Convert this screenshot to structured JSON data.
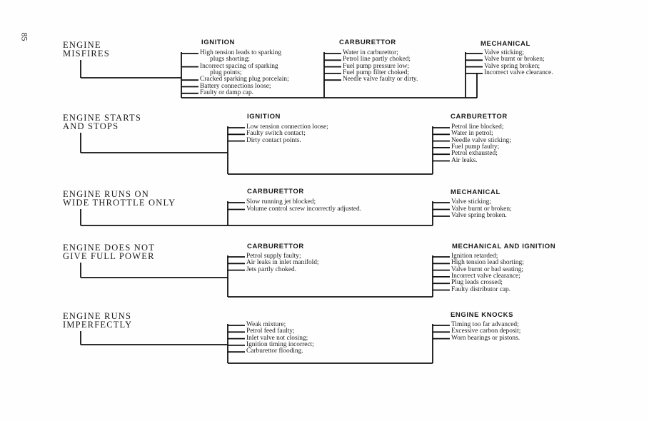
{
  "page_number": "85",
  "sections": [
    {
      "heading": [
        "ENGINE",
        "MISFIRES"
      ],
      "groups": [
        {
          "title": "IGNITION",
          "items": [
            {
              "t": "High tension leads to sparking",
              "c": "plugs shorting;"
            },
            {
              "t": "Incorrect spacing of sparking",
              "c": "plug points;"
            },
            {
              "t": "Cracked sparking plug porcelain;"
            },
            {
              "t": "Battery connections loose;"
            },
            {
              "t": "Faulty or damp cap."
            }
          ]
        },
        {
          "title": "CARBURETTOR",
          "items": [
            {
              "t": "Water in carburettor;"
            },
            {
              "t": "Petrol line partly choked;"
            },
            {
              "t": "Fuel pump pressure low;"
            },
            {
              "t": "Fuel pump filter choked;"
            },
            {
              "t": "Needle valve faulty or dirty."
            }
          ]
        },
        {
          "title": "MECHANICAL",
          "items": [
            {
              "t": "Valve sticking;"
            },
            {
              "t": "Valve burnt or broken;"
            },
            {
              "t": "Valve spring broken;"
            },
            {
              "t": "Incorrect valve clearance."
            }
          ]
        }
      ]
    },
    {
      "heading": [
        "ENGINE STARTS",
        "AND STOPS"
      ],
      "groups": [
        {
          "title": "IGNITION",
          "items": [
            {
              "t": "Low tension connection loose;"
            },
            {
              "t": "Faulty switch contact;"
            },
            {
              "t": "Dirty contact points."
            }
          ]
        },
        {
          "title": "CARBURETTOR",
          "items": [
            {
              "t": "Petrol line blocked;"
            },
            {
              "t": "Water in petrol;"
            },
            {
              "t": "Needle valve sticking;"
            },
            {
              "t": "Fuel pump faulty;"
            },
            {
              "t": "Petrol exhausted;"
            },
            {
              "t": "Air leaks."
            }
          ]
        }
      ]
    },
    {
      "heading": [
        "ENGINE RUNS ON",
        "WIDE THROTTLE ONLY"
      ],
      "groups": [
        {
          "title": "CARBURETTOR",
          "items": [
            {
              "t": "Slow running jet blocked;"
            },
            {
              "t": "Volume control screw incorrectly adjusted."
            }
          ]
        },
        {
          "title": "MECHANICAL",
          "items": [
            {
              "t": "Valve sticking;"
            },
            {
              "t": "Valve burnt or broken;"
            },
            {
              "t": "Valve spring broken."
            }
          ]
        }
      ]
    },
    {
      "heading": [
        "ENGINE DOES NOT",
        "GIVE FULL POWER"
      ],
      "groups": [
        {
          "title": "CARBURETTOR",
          "items": [
            {
              "t": "Petrol supply faulty;"
            },
            {
              "t": "Air leaks in inlet manifold;"
            },
            {
              "t": "Jets partly choked."
            }
          ]
        },
        {
          "title": "MECHANICAL AND IGNITION",
          "items": [
            {
              "t": "Ignition retarded;"
            },
            {
              "t": "High tension lead shorting;"
            },
            {
              "t": "Valve burnt or bad seating;"
            },
            {
              "t": "Incorrect valve clearance;"
            },
            {
              "t": "Plug leads crossed;"
            },
            {
              "t": "Faulty distributor cap."
            }
          ]
        }
      ]
    },
    {
      "heading": [
        "ENGINE RUNS",
        "IMPERFECTLY"
      ],
      "groups": [
        {
          "title": "",
          "items": [
            {
              "t": "Weak mixture;"
            },
            {
              "t": "Petrol feed faulty;"
            },
            {
              "t": "Inlet valve not closing;"
            },
            {
              "t": "Ignition timing incorrect;"
            },
            {
              "t": "Carburettor flooding."
            }
          ]
        },
        {
          "title": "ENGINE KNOCKS",
          "items": [
            {
              "t": "Timing too far advanced;"
            },
            {
              "t": "Excessive carbon deposit;"
            },
            {
              "t": "Worn bearings or pistons."
            }
          ]
        }
      ]
    }
  ]
}
